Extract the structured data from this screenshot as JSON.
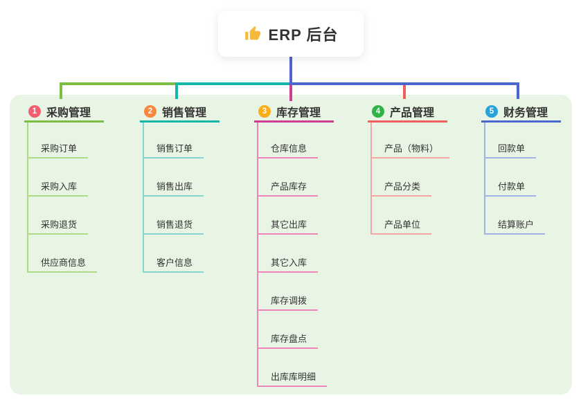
{
  "root": {
    "label": "ERP 后台",
    "icon": "thumbs-up-icon"
  },
  "branches": [
    {
      "index": "1",
      "label": "采购管理",
      "badge_color": "#f25f70",
      "line_color": "#7cbe41",
      "child_line_color": "#aeda86",
      "children": [
        "采购订单",
        "采购入库",
        "采购退货",
        "供应商信息"
      ]
    },
    {
      "index": "2",
      "label": "销售管理",
      "badge_color": "#f7883e",
      "line_color": "#17b5a8",
      "child_line_color": "#85d5cd",
      "children": [
        "销售订单",
        "销售出库",
        "销售退货",
        "客户信息"
      ]
    },
    {
      "index": "3",
      "label": "库存管理",
      "badge_color": "#fbae17",
      "line_color": "#ce3d92",
      "child_line_color": "#ee86ba",
      "children": [
        "仓库信息",
        "产品库存",
        "其它出库",
        "其它入库",
        "库存调拨",
        "库存盘点",
        "出库库明细"
      ]
    },
    {
      "index": "4",
      "label": "产品管理",
      "badge_color": "#2fb347",
      "line_color": "#f25d5d",
      "child_line_color": "#f7a5a5",
      "children": [
        "产品（物料）",
        "产品分类",
        "产品单位"
      ]
    },
    {
      "index": "5",
      "label": "财务管理",
      "badge_color": "#27a3dc",
      "line_color": "#4a66cf",
      "child_line_color": "#9fb3e6",
      "children": [
        "回款单",
        "付款单",
        "结算账户"
      ]
    }
  ],
  "colors": {
    "stem": "#5064cd",
    "panel_bg": "#e9f5e4",
    "icon_yellow": "#f6b93b",
    "text": "#333333"
  }
}
